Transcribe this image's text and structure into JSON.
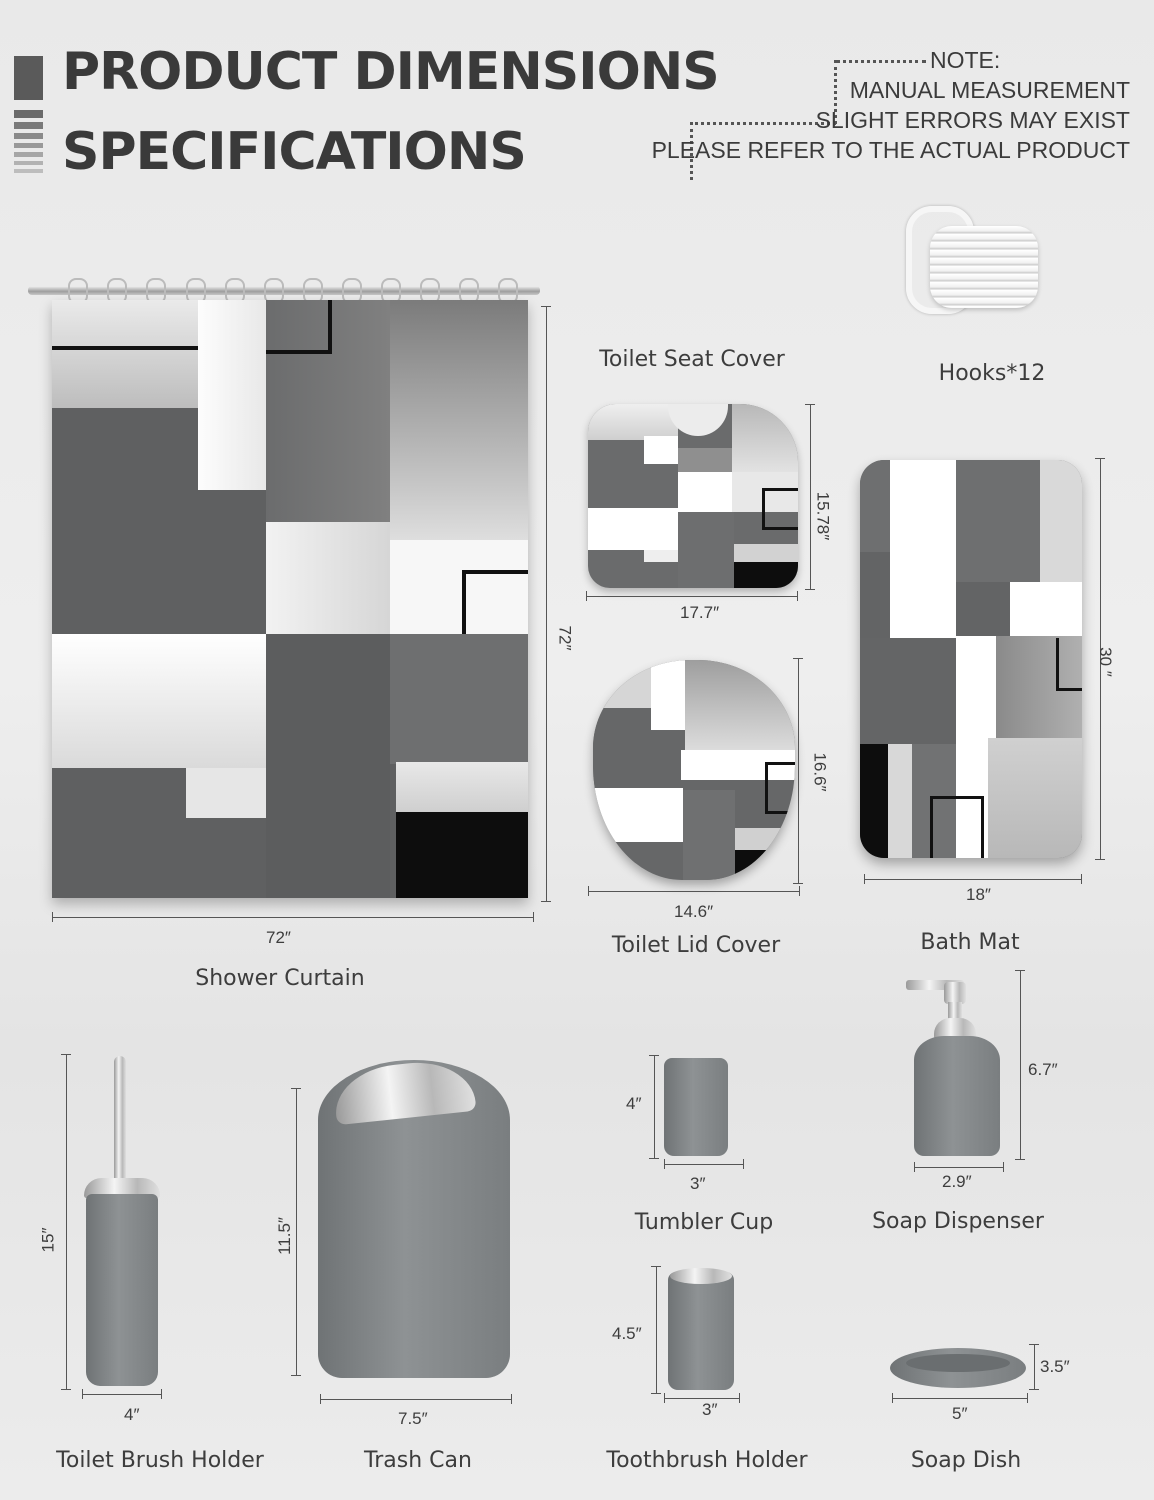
{
  "header": {
    "title_line1": "PRODUCT DIMENSIONS",
    "title_line2": "SPECIFICATIONS",
    "note_title": "NOTE:",
    "note_line1": "MANUAL MEASUREMENT",
    "note_line2": "SLIGHT ERRORS MAY EXIST",
    "note_line3": "PLEASE REFER TO THE ACTUAL PRODUCT"
  },
  "products": {
    "shower_curtain": {
      "label": "Shower Curtain",
      "width": "72″",
      "height": "72″"
    },
    "toilet_seat_cover": {
      "label": "Toilet Seat Cover",
      "width": "17.7″",
      "height": "15.78″"
    },
    "hooks": {
      "label": "Hooks*12"
    },
    "toilet_lid_cover": {
      "label": "Toilet Lid Cover",
      "width": "14.6″",
      "height": "16.6″"
    },
    "bath_mat": {
      "label": "Bath Mat",
      "width": "18″",
      "height": "30 ″"
    },
    "toilet_brush_holder": {
      "label": "Toilet Brush Holder",
      "width": "4″",
      "height": "15″"
    },
    "trash_can": {
      "label": "Trash Can",
      "width": "7.5″",
      "height": "11.5″"
    },
    "tumbler_cup": {
      "label": "Tumbler Cup",
      "width": "3″",
      "height": "4″"
    },
    "soap_dispenser": {
      "label": "Soap Dispenser",
      "width": "2.9″",
      "height": "6.7″"
    },
    "toothbrush_holder": {
      "label": "Toothbrush Holder",
      "width": "3″",
      "height": "4.5″"
    },
    "soap_dish": {
      "label": "Soap Dish",
      "width": "5″",
      "height": "3.5″"
    }
  },
  "colors": {
    "dark_grey": "#5f6061",
    "mid_grey": "#8a8a8a",
    "light_grey": "#d8d8d8",
    "white": "#ffffff",
    "black": "#111111",
    "product_grey": "#7d8183"
  }
}
